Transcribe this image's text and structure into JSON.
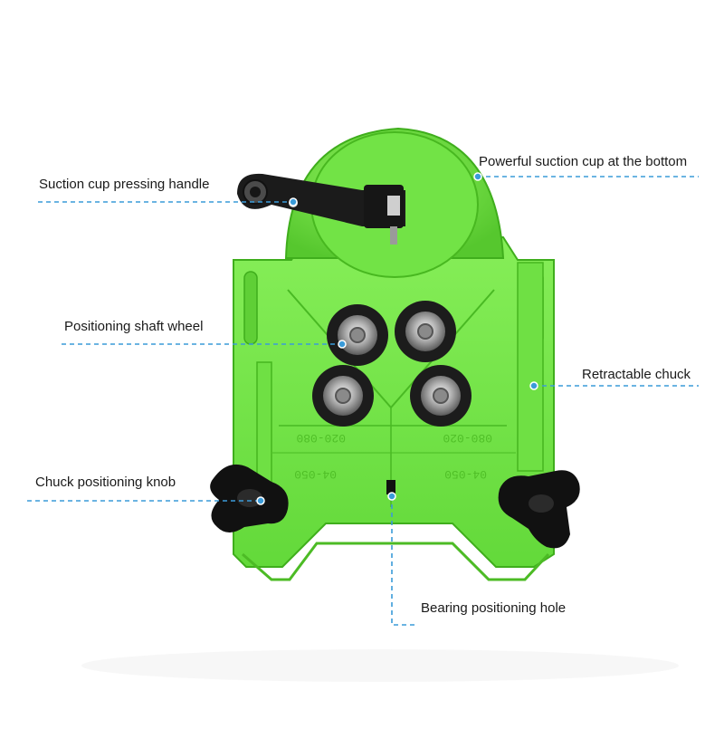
{
  "annotations": {
    "suction_handle": "Suction cup pressing handle",
    "suction_cup": "Powerful suction cup at the bottom",
    "shaft_wheel": "Positioning shaft wheel",
    "retractable_chuck": "Retractable chuck",
    "chuck_knob": "Chuck positioning knob",
    "bearing_hole": "Bearing positioning hole"
  },
  "engravings": {
    "upper_left": "020-080",
    "upper_right": "080-020",
    "lower_left": "04-050",
    "lower_right": "04-050"
  },
  "colors": {
    "body_green": "#79e84a",
    "body_dark": "#4fbf27",
    "body_light": "#a8f47f",
    "leader_line": "#3a9bd9",
    "knob": "#111111",
    "text": "#1a1a1a"
  }
}
